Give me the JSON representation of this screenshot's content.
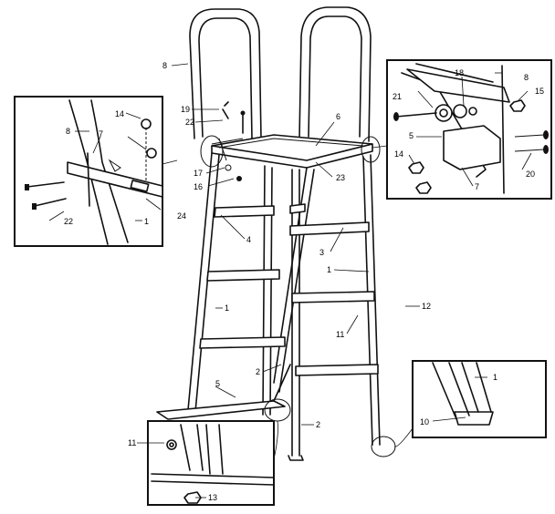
{
  "callouts": {
    "c1_rail_right": "1",
    "c1_rail_left": "1",
    "c1_inset_left": "1",
    "c1_inset_bottom_right": "1",
    "c2_upper": "2",
    "c2_lower": "2",
    "c3": "3",
    "c4": "4",
    "c5_foot": "5",
    "c5_inset": "5",
    "c6": "6",
    "c7_inset_left": "7",
    "c7_inset_right": "7",
    "c8_handrail": "8",
    "c8_inset_left": "8",
    "c8_inset_right": "8",
    "c10": "10",
    "c11_step": "11",
    "c11_inset": "11",
    "c12": "12",
    "c13": "13",
    "c14_inset_left": "14",
    "c14_inset_right": "14",
    "c15": "15",
    "c16": "16",
    "c17": "17",
    "c18": "18",
    "c19": "19",
    "c20": "20",
    "c21": "21",
    "c22_inset_left": "22",
    "c22_main": "22",
    "c23": "23",
    "c24": "24"
  }
}
